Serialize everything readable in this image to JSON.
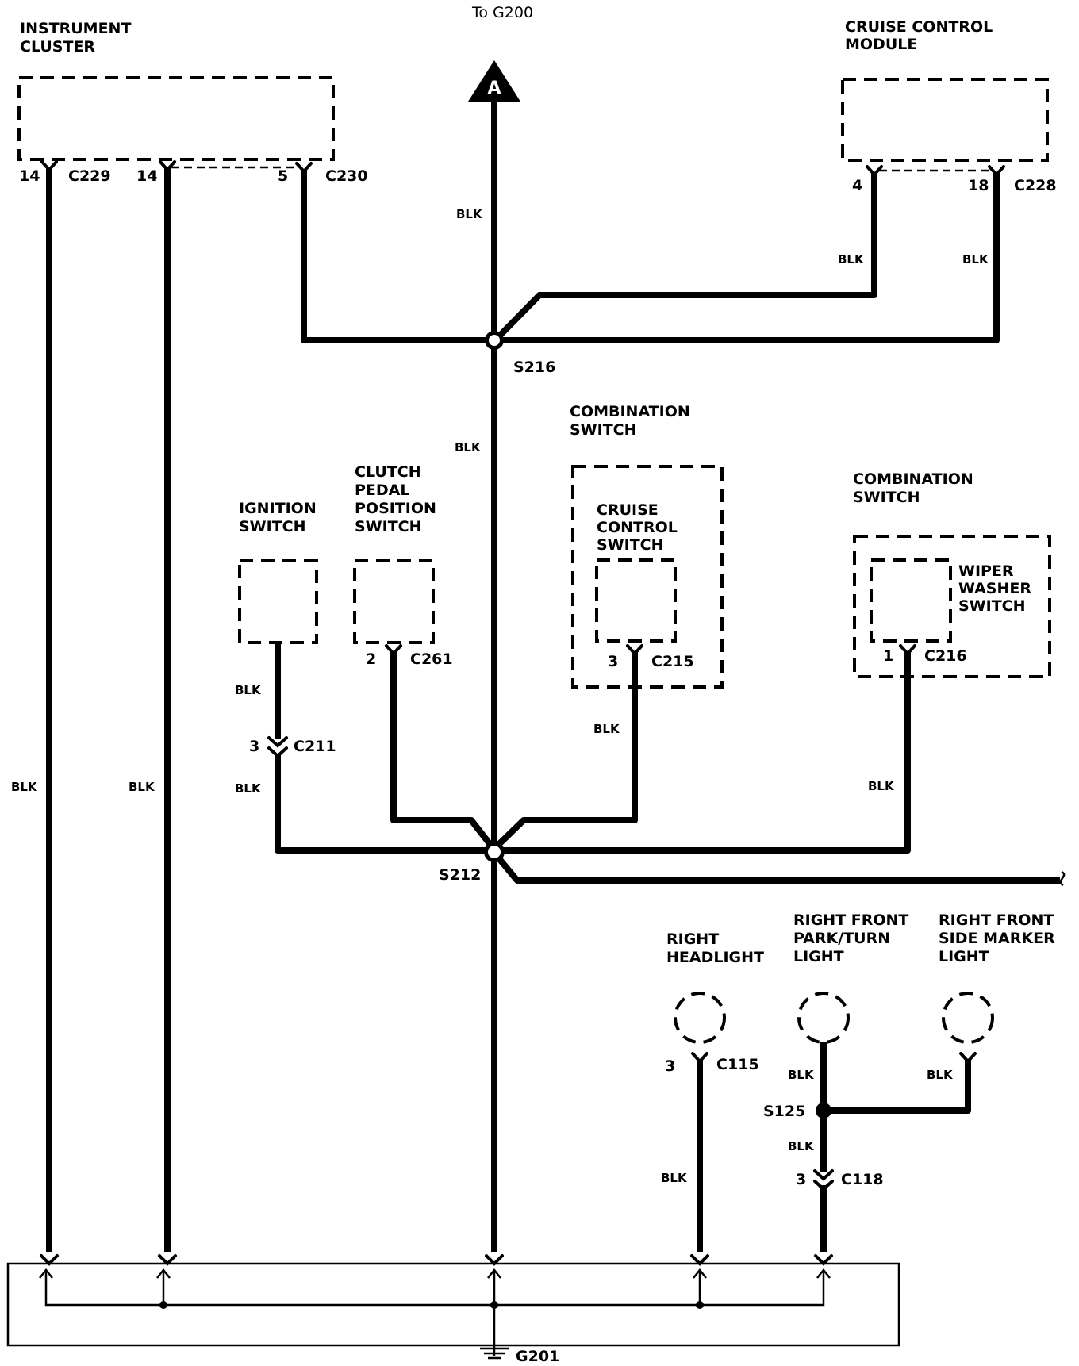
{
  "top_label": "To G200",
  "arrow_letter": "A",
  "wire_color": "BLK",
  "components": {
    "instrument_cluster": [
      "INSTRUMENT",
      "CLUSTER"
    ],
    "cruise_control_module": [
      "CRUISE CONTROL",
      "MODULE"
    ],
    "combination_switch_1": [
      "COMBINATION",
      "SWITCH"
    ],
    "cruise_control_switch": [
      "CRUISE",
      "CONTROL",
      "SWITCH"
    ],
    "combination_switch_2": [
      "COMBINATION",
      "SWITCH"
    ],
    "wiper_washer_switch": [
      "WIPER",
      "WASHER",
      "SWITCH"
    ],
    "ignition_switch": [
      "IGNITION",
      "SWITCH"
    ],
    "clutch_switch": [
      "CLUTCH",
      "PEDAL",
      "POSITION",
      "SWITCH"
    ],
    "right_headlight": [
      "RIGHT",
      "HEADLIGHT"
    ],
    "park_turn_light": [
      "RIGHT FRONT",
      "PARK/TURN",
      "LIGHT"
    ],
    "side_marker_light": [
      "RIGHT FRONT",
      "SIDE MARKER",
      "LIGHT"
    ]
  },
  "connectors": {
    "c229": {
      "id": "C229",
      "pin": "14"
    },
    "c229b": {
      "pin": "14"
    },
    "c230": {
      "id": "C230",
      "pin": "5"
    },
    "c228a": {
      "pin": "4"
    },
    "c228": {
      "id": "C228",
      "pin": "18"
    },
    "c261": {
      "id": "C261",
      "pin": "2"
    },
    "c215": {
      "id": "C215",
      "pin": "3"
    },
    "c216": {
      "id": "C216",
      "pin": "1"
    },
    "c211": {
      "id": "C211",
      "pin": "3"
    },
    "c115": {
      "id": "C115",
      "pin": "3"
    },
    "c118": {
      "id": "C118",
      "pin": "3"
    }
  },
  "splices": {
    "s216": "S216",
    "s212": "S212",
    "s125": "S125"
  },
  "ground": "G201"
}
